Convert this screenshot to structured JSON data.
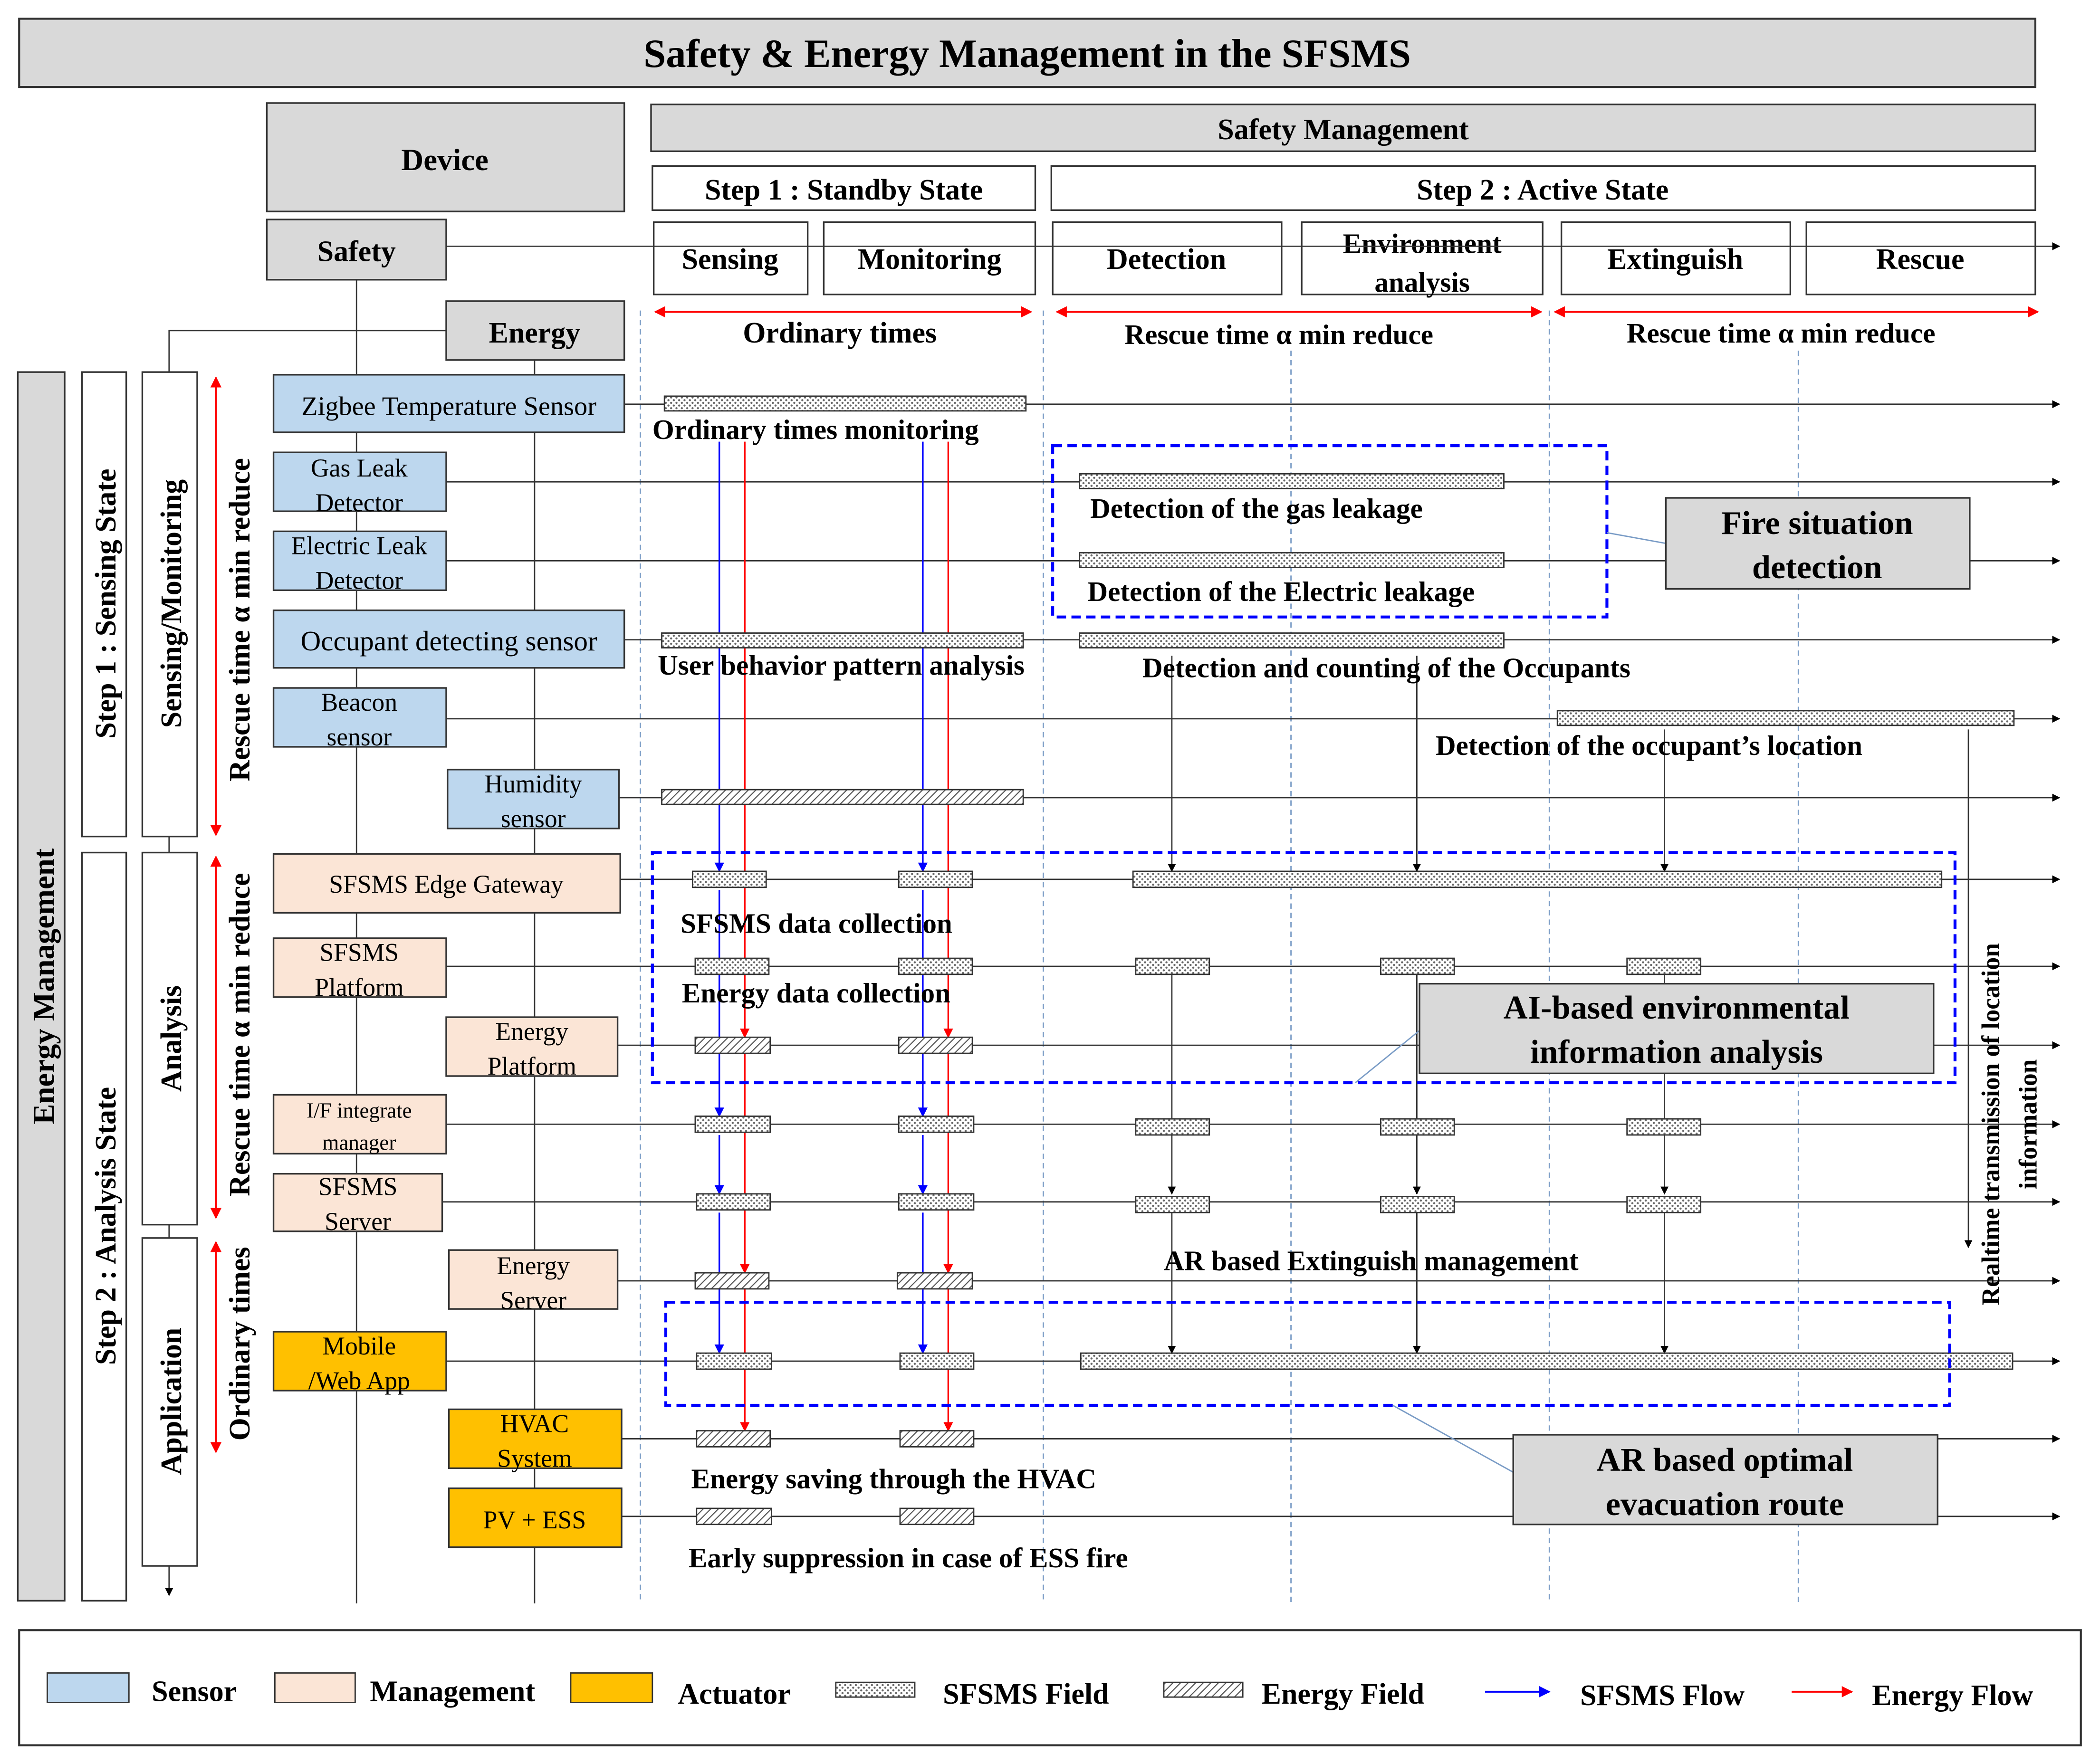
{
  "title": "Safety & Energy Management in the SFSMS",
  "header": {
    "device": "Device",
    "safety_management": "Safety Management",
    "step1": "Step 1 : Standby State",
    "step2": "Step 2 : Active State",
    "safety": "Safety",
    "energy": "Energy"
  },
  "phases": [
    "Sensing",
    "Monitoring",
    "Detection",
    "Environment analysis",
    "Extinguish",
    "Rescue"
  ],
  "timespans": [
    "Ordinary times",
    "Rescue time α min reduce",
    "Rescue time α min reduce"
  ],
  "left_labels": {
    "energy_management": "Energy Management",
    "step1_sensing_state": "Step 1 : Sensing State",
    "step2_analysis_state": "Step 2 : Analysis State",
    "sensing_monitoring": "Sensing/Monitoring",
    "analysis": "Analysis",
    "application": "Application",
    "rescue_time_1": "Rescue time α min reduce",
    "rescue_time_2": "Rescue time α min reduce",
    "ordinary_times": "Ordinary times"
  },
  "devices": [
    {
      "name": "Zigbee Temperature Sensor",
      "type": "sensor"
    },
    {
      "name": "Gas Leak Detector",
      "type": "sensor"
    },
    {
      "name": "Electric Leak Detector",
      "type": "sensor"
    },
    {
      "name": "Occupant detecting sensor",
      "type": "sensor"
    },
    {
      "name": "Beacon sensor",
      "type": "sensor"
    },
    {
      "name": "Humidity sensor",
      "type": "sensor"
    },
    {
      "name": "SFSMS Edge Gateway",
      "type": "management"
    },
    {
      "name": "SFSMS Platform",
      "type": "management"
    },
    {
      "name": "Energy Platform",
      "type": "management"
    },
    {
      "name": "I/F integrate manager",
      "type": "management"
    },
    {
      "name": "SFSMS Server",
      "type": "management"
    },
    {
      "name": "Energy Server",
      "type": "management"
    },
    {
      "name": "Mobile /Web App",
      "type": "actuator"
    },
    {
      "name": "HVAC System",
      "type": "actuator"
    },
    {
      "name": "PV + ESS",
      "type": "actuator"
    }
  ],
  "annotations": {
    "ordinary_monitoring": "Ordinary times monitoring",
    "gas_leakage": "Detection of the gas leakage",
    "electric_leakage": "Detection of the Electric leakage",
    "user_behavior": "User behavior pattern analysis",
    "occupant_counting": "Detection and counting of the Occupants",
    "occupant_location": "Detection of the occupant’s location",
    "data_collection": "SFSMS data collection",
    "energy_collection": "Energy data collection",
    "ar_extinguish": "AR based Extinguish management",
    "hvac_saving": "Energy saving through the HVAC",
    "ess_suppression": "Early suppression in case of ESS fire",
    "realtime": "Realtime transmission of location information"
  },
  "callouts": {
    "fire_detection": "Fire situation detection",
    "ai_analysis": "AI-based environmental information analysis",
    "ar_route": "AR based optimal evacuation route"
  },
  "legend": {
    "sensor": "Sensor",
    "management": "Management",
    "actuator": "Actuator",
    "sfsms_field": "SFSMS Field",
    "energy_field": "Energy Field",
    "sfsms_flow": "SFSMS Flow",
    "energy_flow": "Energy Flow"
  },
  "colors": {
    "sensor": "#bdd7ee",
    "management": "#fbe5d6",
    "actuator": "#ffc000",
    "header": "#d9d9d9",
    "sfsms_flow": "#0000ff",
    "energy_flow": "#ff0000",
    "callout_border": "#0000ff"
  }
}
